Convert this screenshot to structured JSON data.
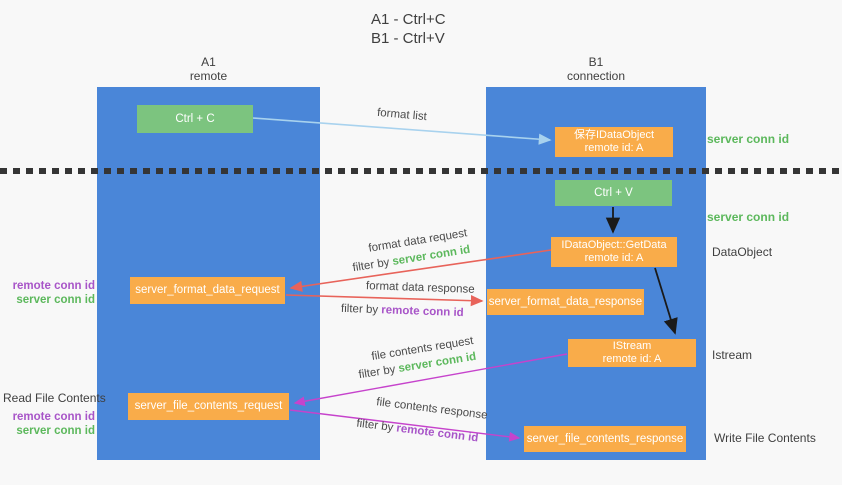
{
  "title": {
    "line1": "A1 - Ctrl+C",
    "line2": "B1 - Ctrl+V"
  },
  "lanes": {
    "a1": {
      "name": "A1",
      "subtitle": "remote"
    },
    "b1": {
      "name": "B1",
      "subtitle": "connection"
    }
  },
  "boxes": {
    "ctrl_c": "Ctrl + C",
    "ctrl_v": "Ctrl + V",
    "save_idataobject": {
      "line1": "保存IDataObject",
      "line2": "remote id: A"
    },
    "getdata": {
      "line1": "IDataObject::GetData",
      "line2": "remote id: A"
    },
    "istream": {
      "line1": "IStream",
      "line2": "remote id: A"
    },
    "format_request": "server_format_data_request",
    "format_response": "server_format_data_response",
    "file_request": "server_file_contents_request",
    "file_response": "server_file_contents_response"
  },
  "arrow_labels": {
    "format_list": "format list",
    "format_data_request": "format data request",
    "format_data_response": "format data response",
    "file_contents_request": "file contents request",
    "file_contents_response": "file contents response",
    "filter_by": "filter by ",
    "server_conn_id": "server conn id",
    "remote_conn_id": "remote conn id"
  },
  "side_labels": {
    "server_conn_id_top": "server conn id",
    "server_conn_id_mid": "server conn id",
    "dataobject": "DataObject",
    "istream": "Istream",
    "write_file_contents": "Write File Contents",
    "read_file_contents": "Read File Contents",
    "remote_conn_id_format": "remote conn id",
    "server_conn_id_format": "server conn id",
    "remote_conn_id_file": "remote conn id",
    "server_conn_id_file": "server conn id"
  },
  "colors": {
    "lane_blue": "#4a86d8",
    "box_green": "#7cc47f",
    "box_orange": "#f9ac4a",
    "text_green": "#5cb85c",
    "text_purple": "#a855c8",
    "arrow_light_blue": "#a8d2ee",
    "arrow_red": "#e8635a",
    "arrow_magenta": "#c643cc",
    "arrow_black": "#1a1a1a"
  }
}
